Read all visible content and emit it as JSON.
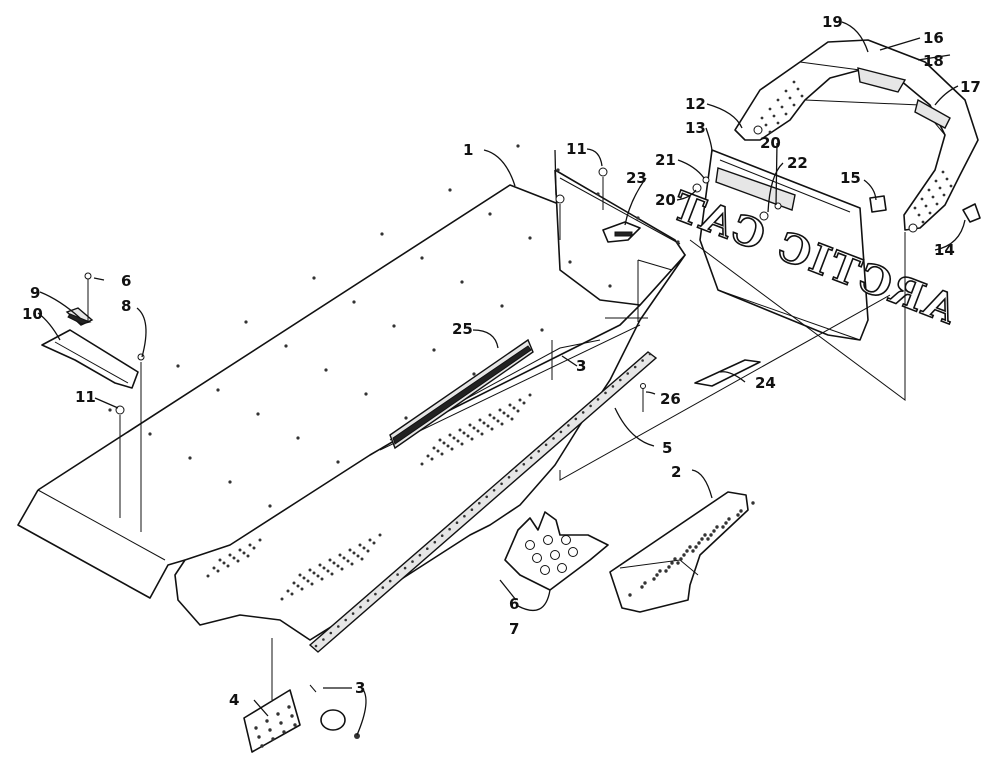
{
  "diagram": {
    "flap_text": "ARCTIC CAT",
    "callouts": {
      "c1": "1",
      "c2": "2",
      "c3a": "3",
      "c3b": "3",
      "c4": "4",
      "c5": "5",
      "c6a": "6",
      "c6b": "6",
      "c7": "7",
      "c8": "8",
      "c9": "9",
      "c10": "10",
      "c11a": "11",
      "c11b": "11",
      "c12": "12",
      "c13": "13",
      "c14": "14",
      "c15": "15",
      "c16": "16",
      "c17": "17",
      "c18": "18",
      "c19": "19",
      "c20a": "20",
      "c20b": "20",
      "c21": "21",
      "c22": "22",
      "c23": "23",
      "c24": "24",
      "c25": "25",
      "c26": "26"
    }
  }
}
